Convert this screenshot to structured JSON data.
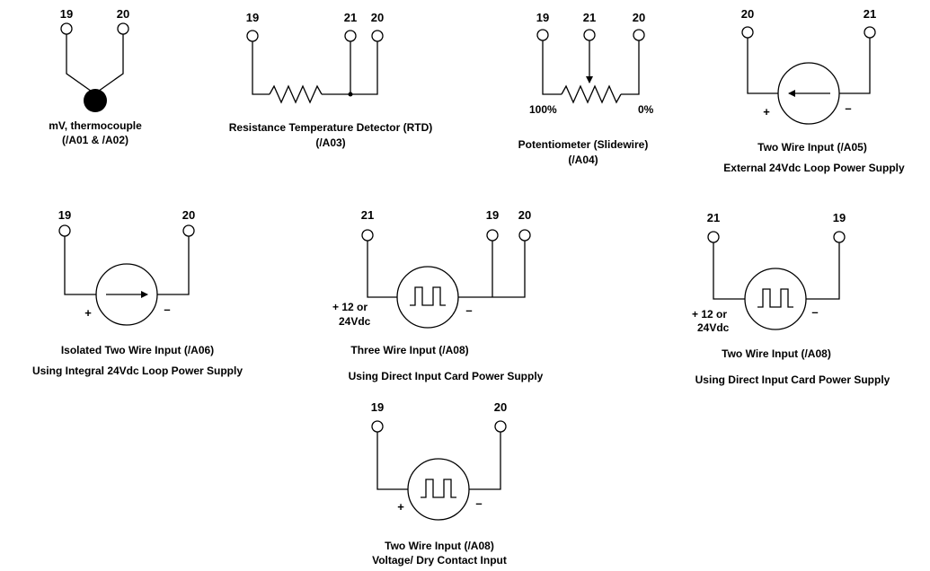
{
  "diagrams": {
    "thermocouple": {
      "terminals": [
        "19",
        "20"
      ],
      "caption": [
        "mV, thermocouple",
        "(/A01 & /A02)"
      ]
    },
    "rtd": {
      "terminals": [
        "19",
        "21",
        "20"
      ],
      "caption": [
        "Resistance Temperature Detector  (RTD)",
        "(/A03)"
      ]
    },
    "potentiometer": {
      "terminals": [
        "19",
        "21",
        "20"
      ],
      "scale": [
        "100%",
        "0%"
      ],
      "caption": [
        "Potentiometer  (Slidewire)",
        "(/A04)"
      ]
    },
    "two_wire_a05": {
      "terminals": [
        "20",
        "21"
      ],
      "signs": [
        "+",
        "–"
      ],
      "caption": [
        "Two Wire Input  (/A05)",
        "External 24Vdc Loop Power Supply"
      ]
    },
    "isolated_a06": {
      "terminals": [
        "19",
        "20"
      ],
      "signs": [
        "+",
        "–"
      ],
      "caption": [
        "Isolated Two Wire Input  (/A06)",
        "Using Integral 24Vdc Loop Power Supply"
      ]
    },
    "three_wire_a08": {
      "terminals": [
        "21",
        "19",
        "20"
      ],
      "supply": [
        "+ 12 or",
        "24Vdc"
      ],
      "signs": [
        "–"
      ],
      "caption": [
        "Three Wire Input  (/A08)",
        "Using  Direct Input Card Power Supply"
      ]
    },
    "two_wire_a08": {
      "terminals": [
        "21",
        "19"
      ],
      "supply": [
        "+ 12 or",
        "24Vdc"
      ],
      "signs": [
        "–"
      ],
      "caption": [
        "Two Wire Input  (/A08)",
        "Using  Direct Input Card Power Supply"
      ]
    },
    "dry_contact_a08": {
      "terminals": [
        "19",
        "20"
      ],
      "signs": [
        "+",
        "–"
      ],
      "caption": [
        "Two Wire Input  (/A08)",
        "Voltage/ Dry Contact Input"
      ]
    }
  }
}
